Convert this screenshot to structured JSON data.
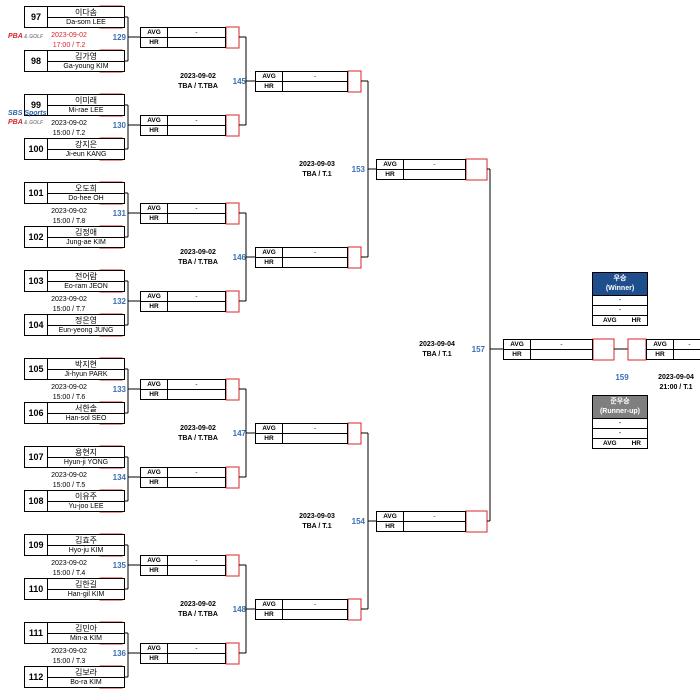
{
  "bracket": {
    "labels": {
      "avg": "AVG",
      "hr": "HR",
      "empty": "-"
    },
    "rounds": [
      {
        "matches": [
          {
            "id": "129",
            "date": "2023-09-02",
            "time": "17:00 / T.2",
            "highlight": true,
            "broadcasters": [
              "PBA & GOLF"
            ],
            "players": [
              {
                "seed": "97",
                "kr": "이다솜",
                "en": "Da-som LEE"
              },
              {
                "seed": "98",
                "kr": "김가영",
                "en": "Ga-young KIM"
              }
            ],
            "avg": "-",
            "hr": ""
          },
          {
            "id": "130",
            "date": "2023-09-02",
            "time": "15:00 / T.2",
            "highlight": false,
            "broadcasters": [
              "SBS Sports",
              "PBA & GOLF"
            ],
            "players": [
              {
                "seed": "99",
                "kr": "이미래",
                "en": "Mi-rae LEE"
              },
              {
                "seed": "100",
                "kr": "강지은",
                "en": "Ji-eun KANG"
              }
            ],
            "avg": "-",
            "hr": ""
          },
          {
            "id": "131",
            "date": "2023-09-02",
            "time": "15:00 / T.8",
            "highlight": false,
            "broadcasters": [],
            "players": [
              {
                "seed": "101",
                "kr": "오도희",
                "en": "Do-hee OH"
              },
              {
                "seed": "102",
                "kr": "김정애",
                "en": "Jung-ae KIM"
              }
            ],
            "avg": "-",
            "hr": ""
          },
          {
            "id": "132",
            "date": "2023-09-02",
            "time": "15:00 / T.7",
            "highlight": false,
            "broadcasters": [],
            "players": [
              {
                "seed": "103",
                "kr": "전어람",
                "en": "Eo-ram JEON"
              },
              {
                "seed": "104",
                "kr": "정은영",
                "en": "Eun-yeong JUNG"
              }
            ],
            "avg": "-",
            "hr": ""
          },
          {
            "id": "133",
            "date": "2023-09-02",
            "time": "15:00 / T.6",
            "highlight": false,
            "broadcasters": [],
            "players": [
              {
                "seed": "105",
                "kr": "박지현",
                "en": "Ji-hyun PARK"
              },
              {
                "seed": "106",
                "kr": "서한솔",
                "en": "Han-sol SEO"
              }
            ],
            "avg": "-",
            "hr": ""
          },
          {
            "id": "134",
            "date": "2023-09-02",
            "time": "15:00 / T.5",
            "highlight": false,
            "broadcasters": [],
            "players": [
              {
                "seed": "107",
                "kr": "용현지",
                "en": "Hyun-ji YONG"
              },
              {
                "seed": "108",
                "kr": "이유주",
                "en": "Yu-joo LEE"
              }
            ],
            "avg": "-",
            "hr": ""
          },
          {
            "id": "135",
            "date": "2023-09-02",
            "time": "15:00 / T.4",
            "highlight": false,
            "broadcasters": [],
            "players": [
              {
                "seed": "109",
                "kr": "김효주",
                "en": "Hyo-ju KIM"
              },
              {
                "seed": "110",
                "kr": "김한길",
                "en": "Han-gil KIM"
              }
            ],
            "avg": "-",
            "hr": ""
          },
          {
            "id": "136",
            "date": "2023-09-02",
            "time": "15:00 / T.3",
            "highlight": false,
            "broadcasters": [],
            "players": [
              {
                "seed": "111",
                "kr": "김민아",
                "en": "Min-a KIM"
              },
              {
                "seed": "112",
                "kr": "김보라",
                "en": "Bo-ra KIM"
              }
            ],
            "avg": "-",
            "hr": ""
          }
        ]
      },
      {
        "matches": [
          {
            "id": "145",
            "date": "2023-09-02",
            "time": "TBA / T.TBA",
            "avg": "-",
            "hr": ""
          },
          {
            "id": "146",
            "date": "2023-09-02",
            "time": "TBA / T.TBA",
            "avg": "-",
            "hr": ""
          },
          {
            "id": "147",
            "date": "2023-09-02",
            "time": "TBA / T.TBA",
            "avg": "-",
            "hr": ""
          },
          {
            "id": "148",
            "date": "2023-09-02",
            "time": "TBA / T.TBA",
            "avg": "-",
            "hr": ""
          }
        ]
      },
      {
        "matches": [
          {
            "id": "153",
            "date": "2023-09-03",
            "time": "TBA / T.1",
            "avg": "-",
            "hr": ""
          },
          {
            "id": "154",
            "date": "2023-09-03",
            "time": "TBA / T.1",
            "avg": "-",
            "hr": ""
          }
        ]
      },
      {
        "matches": [
          {
            "id": "157",
            "date": "2023-09-04",
            "time": "TBA / T.1",
            "avg": "-",
            "hr": ""
          }
        ]
      }
    ],
    "final": {
      "id": "159",
      "date": "2023-09-04",
      "time": "21:00 / T.1",
      "avg": "-",
      "hr": ""
    },
    "awards": [
      {
        "title_kr": "우승",
        "title_en": "(Winner)",
        "line1": "-",
        "line2": "-",
        "color": "#1f4e8c"
      },
      {
        "title_kr": "준우승",
        "title_en": "(Runner-up)",
        "line1": "-",
        "line2": "-",
        "color": "#7f7f7f"
      }
    ]
  },
  "colors": {
    "wire": "#000000",
    "accent_box": "#d8242a",
    "match_number": "#3a6eb4",
    "schedule_highlight": "#d8242a"
  }
}
